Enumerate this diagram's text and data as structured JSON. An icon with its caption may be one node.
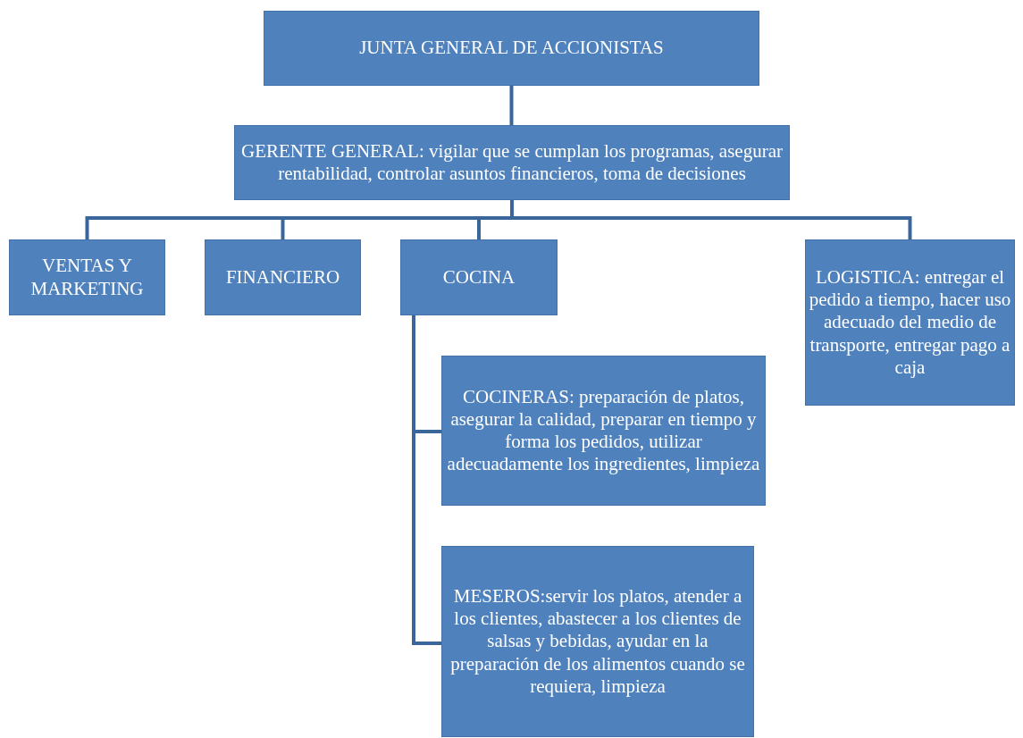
{
  "diagram": {
    "nodes": [
      {
        "text": [
          "JUNTA GENERAL DE ACCIONISTAS"
        ]
      },
      {
        "text": [
          "GERENTE GENERAL: vigilar que se cumplan los programas, asegurar rentabilidad, controlar asuntos financieros, toma de decisiones"
        ]
      },
      {
        "text": [
          "VENTAS Y MARKETING"
        ]
      },
      {
        "text": [
          "FINANCIERO"
        ]
      },
      {
        "text": [
          "COCINA"
        ]
      },
      {
        "text": [
          "LOGISTICA: entregar el pedido a tiempo, hacer uso adecuado del medio de transporte, entregar pago a caja"
        ]
      },
      {
        "text": [
          "COCINERAS: preparación de platos, asegurar la calidad, preparar en tiempo y forma los pedidos, utilizar adecuadamente los ingredientes, limpieza"
        ]
      },
      {
        "text": [
          "MESEROS:servir los platos, atender a los clientes, abastecer a los clientes de salsas y bebidas, ayudar en la preparación de los alimentos cuando se requiera, limpieza"
        ]
      }
    ],
    "edges": [
      {
        "from": 0,
        "to": 1,
        "arrow": "none"
      },
      {
        "from": 1,
        "to": 2,
        "arrow": "none"
      },
      {
        "from": 1,
        "to": 3,
        "arrow": "none"
      },
      {
        "from": 1,
        "to": 4,
        "arrow": "none"
      },
      {
        "from": 1,
        "to": 5,
        "arrow": "none"
      },
      {
        "from": 4,
        "to": 6,
        "arrow": "none"
      },
      {
        "from": 4,
        "to": 7,
        "arrow": "none"
      }
    ]
  }
}
